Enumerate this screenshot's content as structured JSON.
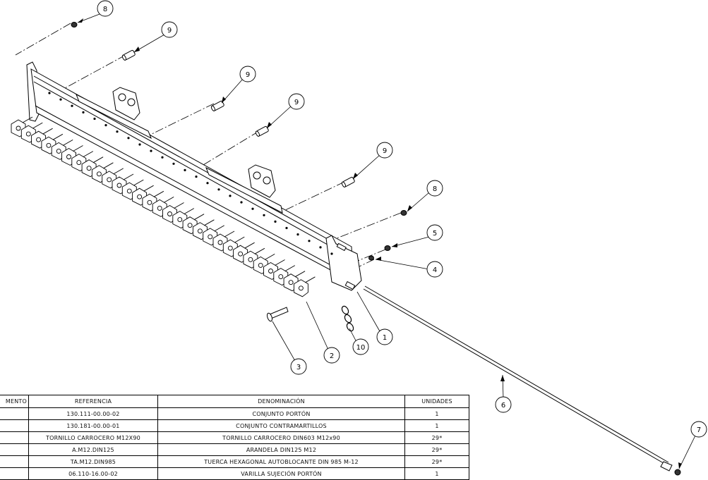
{
  "balloons": [
    {
      "id": "b8a",
      "label": "8"
    },
    {
      "id": "b9a",
      "label": "9"
    },
    {
      "id": "b9b",
      "label": "9"
    },
    {
      "id": "b9c",
      "label": "9"
    },
    {
      "id": "b9d",
      "label": "9"
    },
    {
      "id": "b8b",
      "label": "8"
    },
    {
      "id": "b5",
      "label": "5"
    },
    {
      "id": "b4",
      "label": "4"
    },
    {
      "id": "b1",
      "label": "1"
    },
    {
      "id": "b10",
      "label": "10"
    },
    {
      "id": "b2",
      "label": "2"
    },
    {
      "id": "b3",
      "label": "3"
    },
    {
      "id": "b6",
      "label": "6"
    },
    {
      "id": "b7",
      "label": "7"
    }
  ],
  "bom": {
    "headers": {
      "element": "MENTO",
      "reference": "REFERENCIA",
      "denomination": "DENOMINACIÓN",
      "units": "UNIDADES"
    },
    "rows": [
      {
        "element": "",
        "reference": "130.111-00.00-02",
        "denomination": "CONJUNTO PORTÓN",
        "units": "1"
      },
      {
        "element": "",
        "reference": "130.181-00.00-01",
        "denomination": "CONJUNTO CONTRAMARTILLOS",
        "units": "1"
      },
      {
        "element": "",
        "reference": "TORNILLO CARROCERO M12X90",
        "denomination": "TORNILLO CARROCERO DIN603 M12x90",
        "units": "29*"
      },
      {
        "element": "",
        "reference": "A.M12.DIN125",
        "denomination": "ARANDELA DIN125 M12",
        "units": "29*"
      },
      {
        "element": "",
        "reference": "TA.M12.DIN985",
        "denomination": "TUERCA HEXAGONAL AUTOBLOCANTE DIN 985 M-12",
        "units": "29*"
      },
      {
        "element": "",
        "reference": "06.110-16.00-02",
        "denomination": "VARILLA SUJECIÓN PORTÓN",
        "units": "1"
      }
    ]
  }
}
